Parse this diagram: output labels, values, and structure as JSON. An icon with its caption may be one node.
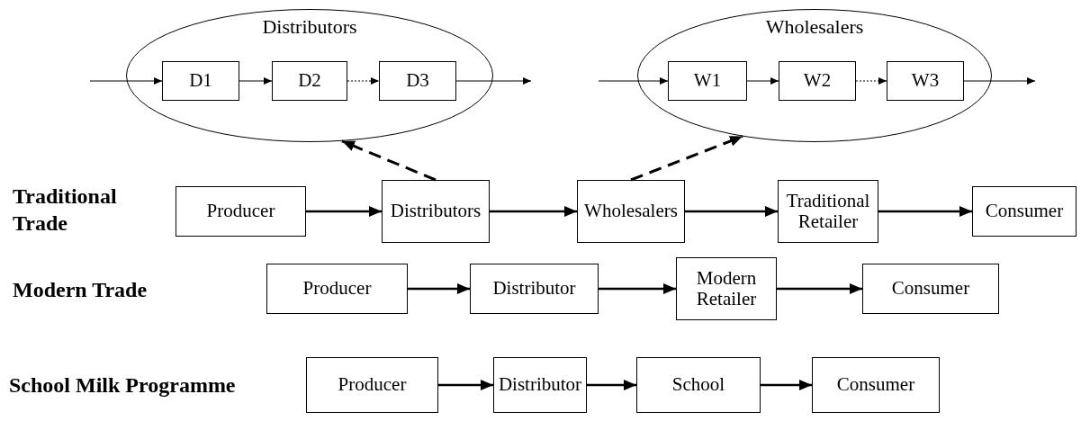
{
  "diagram": {
    "nodes": [
      {
        "text": [
          "Distributors"
        ]
      },
      {
        "text": [
          "D1"
        ],
        "in": 0
      },
      {
        "text": [
          "D2"
        ],
        "in": 0
      },
      {
        "text": [
          "D3"
        ],
        "in": 0
      },
      {
        "text": [
          "Wholesalers"
        ]
      },
      {
        "text": [
          "W1"
        ],
        "in": 4
      },
      {
        "text": [
          "W2"
        ],
        "in": 4
      },
      {
        "text": [
          "W3"
        ],
        "in": 4
      },
      {
        "text": [
          "Producer"
        ]
      },
      {
        "text": [
          "Distributors"
        ]
      },
      {
        "text": [
          "Wholesalers"
        ]
      },
      {
        "text": [
          "Traditional Retailer"
        ]
      },
      {
        "text": [
          "Consumer"
        ]
      },
      {
        "text": [
          "Producer"
        ]
      },
      {
        "text": [
          "Distributor"
        ]
      },
      {
        "text": [
          "Modern Retailer"
        ]
      },
      {
        "text": [
          "Consumer"
        ]
      },
      {
        "text": [
          "Producer"
        ]
      },
      {
        "text": [
          "Distributor"
        ]
      },
      {
        "text": [
          "School"
        ]
      },
      {
        "text": [
          "Consumer"
        ]
      }
    ],
    "edges": [
      {
        "from": null,
        "to": 1,
        "arrow": "to"
      },
      {
        "from": 1,
        "to": 2,
        "arrow": "to"
      },
      {
        "from": 2,
        "to": 3,
        "arrow": "to",
        "style": "dashed"
      },
      {
        "from": 3,
        "to": null,
        "arrow": "to"
      },
      {
        "from": null,
        "to": 5,
        "arrow": "to"
      },
      {
        "from": 5,
        "to": 6,
        "arrow": "to"
      },
      {
        "from": 6,
        "to": 7,
        "arrow": "to",
        "style": "dashed"
      },
      {
        "from": 7,
        "to": null,
        "arrow": "to"
      },
      {
        "from": 9,
        "to": 0,
        "arrow": "to",
        "style": "dashed"
      },
      {
        "from": 10,
        "to": 4,
        "arrow": "to",
        "style": "dashed"
      },
      {
        "from": 8,
        "to": 9,
        "arrow": "to"
      },
      {
        "from": 9,
        "to": 10,
        "arrow": "to"
      },
      {
        "from": 10,
        "to": 11,
        "arrow": "to"
      },
      {
        "from": 11,
        "to": 12,
        "arrow": "to"
      },
      {
        "from": 13,
        "to": 14,
        "arrow": "to"
      },
      {
        "from": 14,
        "to": 15,
        "arrow": "to"
      },
      {
        "from": 15,
        "to": 16,
        "arrow": "to"
      },
      {
        "from": 17,
        "to": 18,
        "arrow": "to"
      },
      {
        "from": 18,
        "to": 19,
        "arrow": "to"
      },
      {
        "from": 19,
        "to": 20,
        "arrow": "to"
      }
    ],
    "labels": [
      "Traditional Trade",
      "Modern Trade",
      "School Milk Programme"
    ]
  }
}
